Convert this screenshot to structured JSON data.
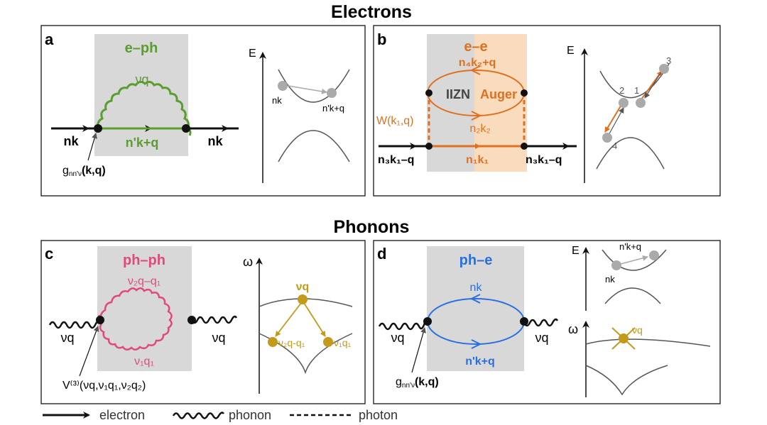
{
  "headings": {
    "electrons": "Electrons",
    "phonons": "Phonons"
  },
  "colors": {
    "eph": "#5a9e2f",
    "ee": "#e07020",
    "phph": "#e04a7a",
    "phe": "#2a6fe0",
    "nu": "#c49a1a",
    "gray": "#d8d8d8",
    "orange_bg": "#f9dcbe"
  },
  "panel_a": {
    "letter": "a",
    "title": "e–ph",
    "phonon_label": "νq",
    "in_label": "nk",
    "mid_label": "n'k+q",
    "out_label": "nk",
    "vertex_label": "g",
    "vertex_sub": "nn'ν",
    "vertex_args": "(k,q)",
    "band_axis": "E",
    "band_from": "nk",
    "band_to": "n'k+q"
  },
  "panel_b": {
    "letter": "b",
    "title": "e–e",
    "top_label": "n₄k₂+q",
    "left_region": "IIZN",
    "right_region": "Auger",
    "bottom_loop": "n₂k₂",
    "coupling": "W(k₁,q)",
    "in_label": "n₃k₁–q",
    "mid_label": "n₁k₁",
    "out_label": "n₃k₁–q",
    "band_axis": "E",
    "p1": "1",
    "p2": "2",
    "p3": "3",
    "p4": "4"
  },
  "panel_c": {
    "letter": "c",
    "title": "ph–ph",
    "top_label": "ν₂q–q₁",
    "bottom_label": "ν₁q₁",
    "in_label": "νq",
    "out_label": "νq",
    "vertex_label": "V⁽³⁾(νq,ν₁q₁,ν₂q₂)",
    "band_axis": "ω",
    "top_mode": "νq",
    "left_mode": "ν₂q-q₁",
    "right_mode": "ν₁q₁"
  },
  "panel_d": {
    "letter": "d",
    "title": "ph–e",
    "top_label": "nk",
    "bottom_label": "n'k+q",
    "in_label": "νq",
    "out_label": "νq",
    "vertex_label": "g",
    "vertex_sub": "nn'ν",
    "vertex_args": "(k,q)",
    "band_axis_e": "E",
    "band_axis_w": "ω",
    "band_from": "nk",
    "band_to": "n'k+q",
    "mode": "νq"
  },
  "legend": {
    "electron": "electron",
    "phonon": "phonon",
    "photon": "photon"
  }
}
